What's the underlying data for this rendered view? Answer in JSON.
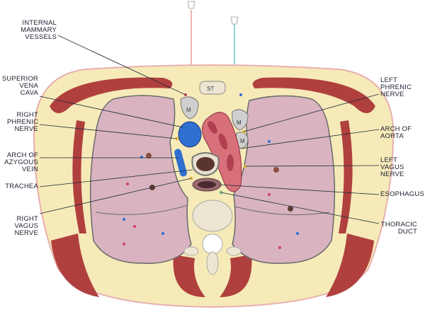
{
  "labels": {
    "internal_mammary": [
      "INTERNAL",
      "MAMMARY",
      "VESSELS"
    ],
    "svc": [
      "SUPERIOR",
      "VENA",
      "CAVA"
    ],
    "right_phrenic": [
      "RIGHT",
      "PHRENIC",
      "NERVE"
    ],
    "azygous": [
      "ARCH OF",
      "AZYGOUS",
      "VEIN"
    ],
    "trachea": [
      "TRACHEA"
    ],
    "right_vagus": [
      "RIGHT",
      "VAGUS",
      "NERVE"
    ],
    "left_phrenic": [
      "LEFT",
      "PHRENIC",
      "NERVE"
    ],
    "aorta": [
      "ARCH OF",
      "AORTA"
    ],
    "left_vagus": [
      "LEFT",
      "VAGUS",
      "NERVE"
    ],
    "esophagus": [
      "ESOPHAGUS"
    ],
    "thoracic_duct": [
      "THORACIC",
      "DUCT"
    ]
  },
  "structure_labels": {
    "sternum": "ST",
    "muscle_1": "M",
    "muscle_2": "M",
    "muscle_3": "M"
  },
  "colors": {
    "fat": "#f6eab8",
    "muscle": "#b0403e",
    "lung": "#d9b3c0",
    "artery": "#d8707a",
    "vein": "#2f6fd0",
    "bone": "#ede6d2",
    "label": "#1a1f2e"
  }
}
